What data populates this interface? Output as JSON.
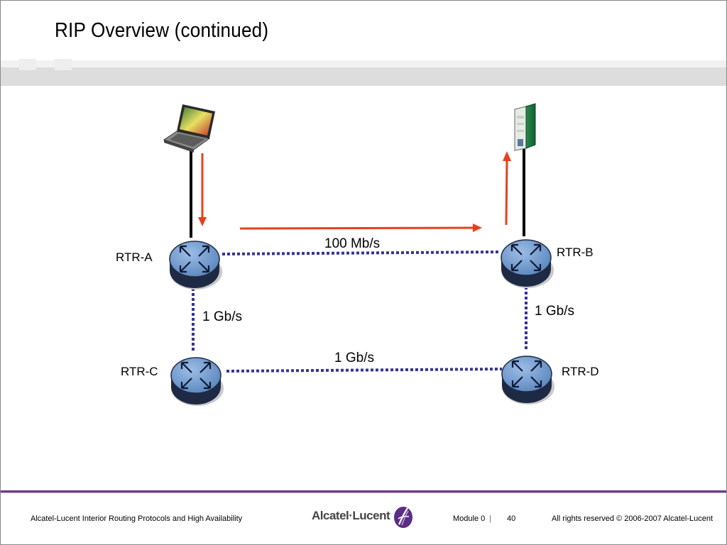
{
  "slide": {
    "title": "RIP Overview (continued)"
  },
  "diagram": {
    "routers": [
      {
        "id": "rtr-a",
        "label": "RTR-A"
      },
      {
        "id": "rtr-b",
        "label": "RTR-B"
      },
      {
        "id": "rtr-c",
        "label": "RTR-C"
      },
      {
        "id": "rtr-d",
        "label": "RTR-D"
      }
    ],
    "links": [
      {
        "from": "RTR-A",
        "to": "RTR-B",
        "speed": "100 Mb/s"
      },
      {
        "from": "RTR-A",
        "to": "RTR-C",
        "speed": "1 Gb/s"
      },
      {
        "from": "RTR-B",
        "to": "RTR-D",
        "speed": "1 Gb/s"
      },
      {
        "from": "RTR-C",
        "to": "RTR-D",
        "speed": "1 Gb/s"
      }
    ],
    "devices": [
      {
        "id": "laptop",
        "icon": "laptop-icon",
        "attached_to": "RTR-A"
      },
      {
        "id": "server",
        "icon": "server-icon",
        "attached_to": "RTR-B"
      }
    ],
    "colors": {
      "link": "#33339a",
      "flow_arrow": "#e8401c",
      "router_fill": "#6a94c8",
      "router_side": "#1e2a44",
      "footer_rule": "#6b3a8e"
    }
  },
  "footer": {
    "course": "Alcatel-Lucent Interior Routing Protocols and High Availability",
    "brand": "Alcatel·Lucent",
    "module_label": "Module",
    "module_number": "0",
    "page_number": "40",
    "rights": "All rights reserved © 2006-2007 Alcatel-Lucent"
  }
}
